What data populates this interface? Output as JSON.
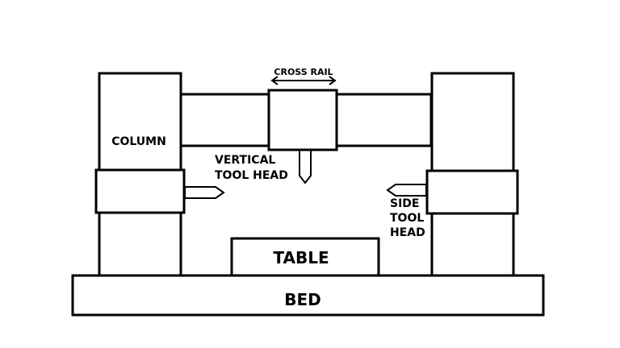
{
  "labels": {
    "cross_rail": "CROSS RAIL",
    "column": "COLUMN",
    "vertical_tool_head_line1": "VERTICAL",
    "vertical_tool_head_line2": "TOOL HEAD",
    "side_tool_head_line1": "SIDE",
    "side_tool_head_line2": "TOOL",
    "side_tool_head_line3": "HEAD",
    "table": "TABLE",
    "bed": "BED"
  },
  "colors": {
    "stroke": "#000000",
    "background": "#ffffff"
  }
}
